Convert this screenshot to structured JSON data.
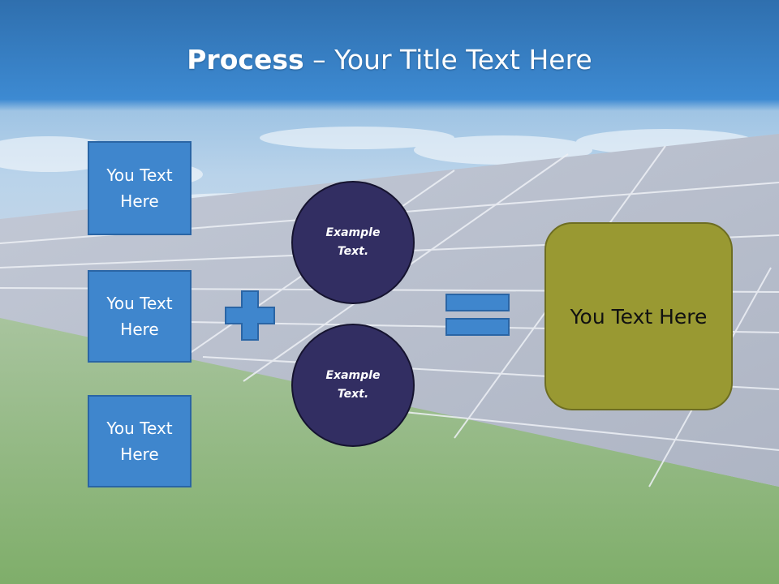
{
  "title": {
    "bold": "Process",
    "rest": " – Your Title Text Here"
  },
  "inputs": [
    {
      "label": "You Text Here"
    },
    {
      "label": "You Text Here"
    },
    {
      "label": "You Text Here"
    }
  ],
  "circles": [
    {
      "label": "Example Text."
    },
    {
      "label": "Example Text."
    }
  ],
  "result": {
    "label": "You Text Here"
  },
  "colors": {
    "box": "#3f86cd",
    "circle": "#322e62",
    "result": "#999932",
    "operator": "#3f86cd"
  }
}
